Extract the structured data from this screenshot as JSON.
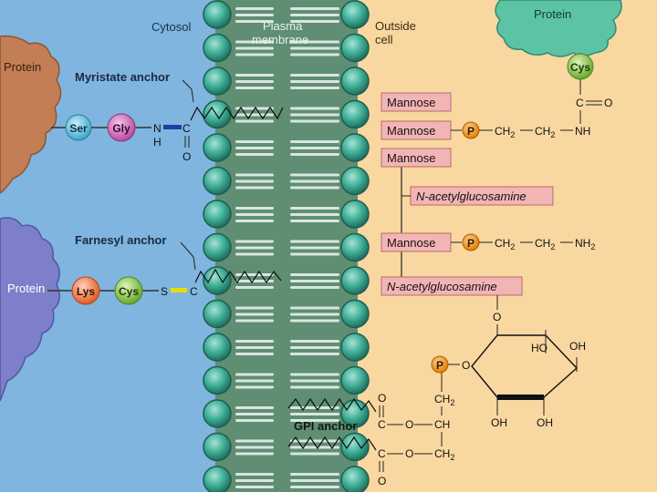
{
  "colors": {
    "cytosol": "#7fb5de",
    "outside": "#f9d7a0",
    "membrane": "#5f8e73",
    "head": "#3fae97",
    "sugar_box": "#f1b5b5",
    "phosphate": "#f39a1d",
    "ser": "#6ec9e4",
    "gly": "#d66dbb",
    "lys": "#f07b45",
    "cys": "#8ec63f",
    "protein_left_top": "#c37e55",
    "protein_left_bottom": "#7e7fca",
    "protein_right": "#5cc3a4"
  },
  "regions": {
    "cytosol": "Cytosol",
    "plasma_membrane_1": "Plasma",
    "plasma_membrane_2": "membrane",
    "outside_1": "Outside",
    "outside_2": "cell"
  },
  "anchors": {
    "myristate": "Myristate anchor",
    "farnesyl": "Farnesyl anchor",
    "gpi": "GPI anchor"
  },
  "proteins": {
    "top_left": "Protein",
    "bottom_left": "Protein",
    "top_right": "Protein"
  },
  "residues": {
    "ser": "Ser",
    "gly": "Gly",
    "lys": "Lys",
    "cys_left": "Cys",
    "cys_right": "Cys"
  },
  "myristate_chem": {
    "n": "N",
    "h": "H",
    "c": "C",
    "o": "O"
  },
  "farnesyl_chem": {
    "s": "S",
    "c": "C"
  },
  "sugars": {
    "mannose_1": "Mannose",
    "mannose_2": "Mannose",
    "mannose_3": "Mannose",
    "nag_1": "N-acetylglucosamine",
    "mannose_4": "Mannose",
    "nag_2": "N-acetylglucosamine"
  },
  "linkers": {
    "cys_c": "C",
    "cys_o": "O",
    "p": "P",
    "ch2": "CH",
    "sub2": "2",
    "nh": "NH",
    "nh2": "NH",
    "o": "O"
  },
  "inositol": {
    "ho": "HO",
    "oh": "OH",
    "o": "O",
    "p": "P"
  },
  "gpi_chem": {
    "o": "O",
    "c": "C",
    "ch": "CH",
    "ch2": "CH",
    "sub2": "2"
  }
}
